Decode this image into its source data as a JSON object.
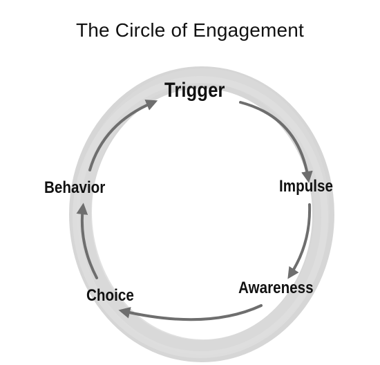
{
  "title": "The Circle of Engagement",
  "stages": [
    {
      "key": "trigger",
      "label": "Trigger"
    },
    {
      "key": "impulse",
      "label": "Impulse"
    },
    {
      "key": "awareness",
      "label": "Awareness"
    },
    {
      "key": "choice",
      "label": "Choice"
    },
    {
      "key": "behavior",
      "label": "Behavior"
    }
  ],
  "colors": {
    "ring": "#d6d6d6",
    "arrow": "#6e6e6e",
    "text": "#111111"
  },
  "flow": "clockwise"
}
